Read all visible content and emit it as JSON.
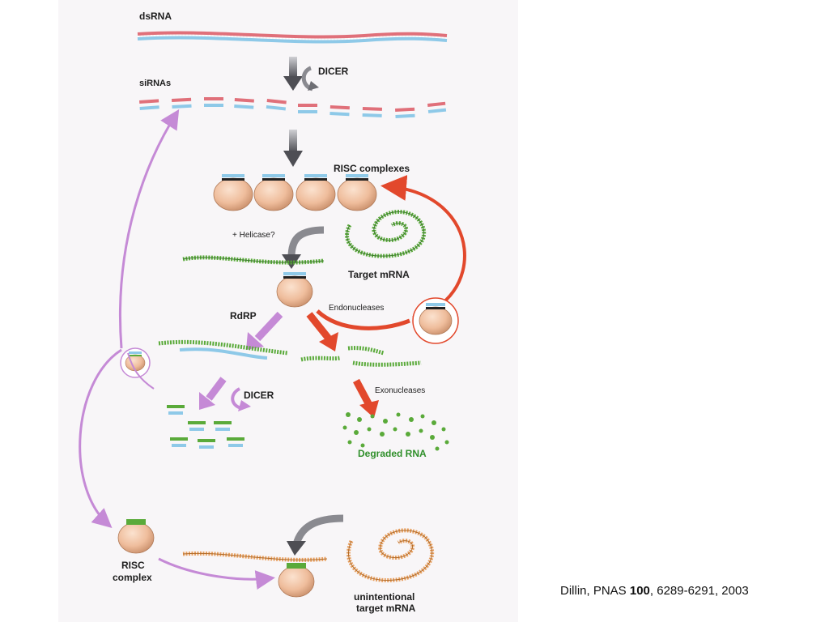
{
  "labels": {
    "dsrna": "dsRNA",
    "dicer_top": "DICER",
    "sirnas": "siRNAs",
    "risc_complexes": "RISC complexes",
    "helicase": "+ Helicase?",
    "target_mrna": "Target mRNA",
    "endonucleases": "Endonucleases",
    "rdrp": "RdRP",
    "dicer_mid": "DICER",
    "exonucleases": "Exonucleases",
    "degraded_rna": "Degraded RNA",
    "risc_complex_1": "RISC",
    "risc_complex_2": "complex",
    "unintentional_1": "unintentional",
    "unintentional_2": "target mRNA"
  },
  "citation": {
    "author": "Dillin, PNAS ",
    "volume": "100",
    "rest": ", 6289-6291, 2003"
  },
  "colors": {
    "background": "#f8f6f8",
    "sense_strand": "#e0707a",
    "antisense_strand": "#8ec9e8",
    "mrna": "#5aaa3a",
    "unintentional_mrna": "#e8a060",
    "risc_body": "#efbd9c",
    "rdrp_arrow": "#c58ad6",
    "degradation_arrow": "#e2482c",
    "process_arrow": "#6e6e74"
  }
}
